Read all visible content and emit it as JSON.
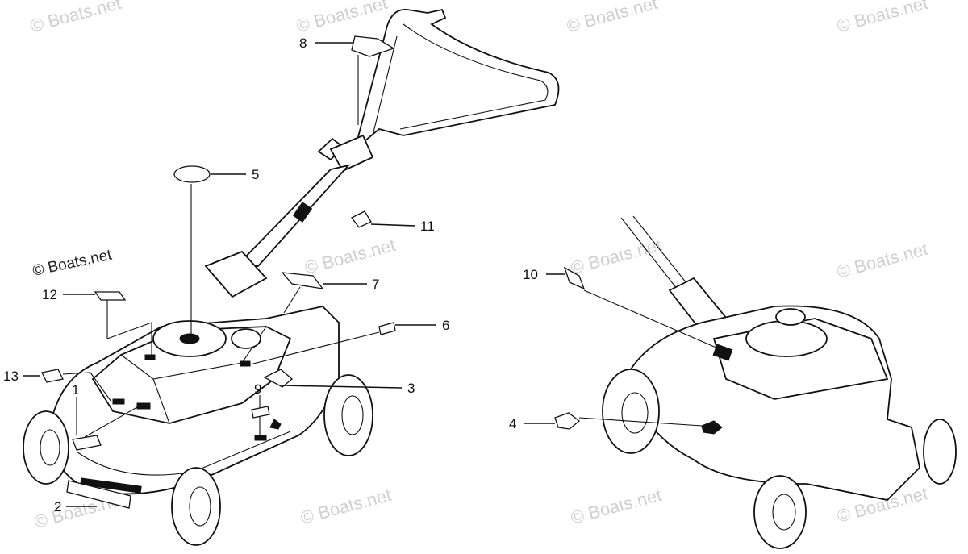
{
  "watermark": {
    "text": "© Boats.net",
    "prominent_text": "© Boats.net"
  },
  "callouts": [
    "1",
    "2",
    "3",
    "4",
    "5",
    "6",
    "7",
    "8",
    "9",
    "10",
    "11",
    "12",
    "13"
  ]
}
